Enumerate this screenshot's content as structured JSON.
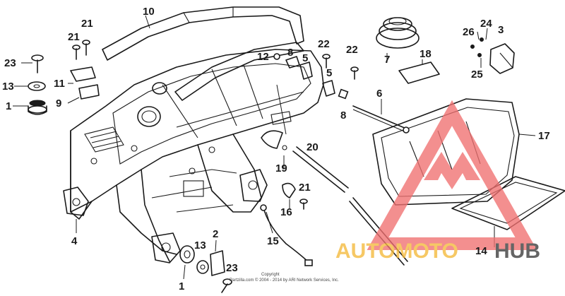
{
  "callouts": [
    {
      "id": "c10",
      "text": "10"
    },
    {
      "id": "c21a",
      "text": "21"
    },
    {
      "id": "c21b",
      "text": "21"
    },
    {
      "id": "c23a",
      "text": "23"
    },
    {
      "id": "c13a",
      "text": "13"
    },
    {
      "id": "c1a",
      "text": "1"
    },
    {
      "id": "c11",
      "text": "11"
    },
    {
      "id": "c9",
      "text": "9"
    },
    {
      "id": "c12",
      "text": "12"
    },
    {
      "id": "c8a",
      "text": "8"
    },
    {
      "id": "c5a",
      "text": "5"
    },
    {
      "id": "c22a",
      "text": "22"
    },
    {
      "id": "c22b",
      "text": "22"
    },
    {
      "id": "c5b",
      "text": "5"
    },
    {
      "id": "c8b",
      "text": "8"
    },
    {
      "id": "c7",
      "text": "7"
    },
    {
      "id": "c18",
      "text": "18"
    },
    {
      "id": "c26",
      "text": "26"
    },
    {
      "id": "c24",
      "text": "24"
    },
    {
      "id": "c3",
      "text": "3"
    },
    {
      "id": "c25",
      "text": "25"
    },
    {
      "id": "c6",
      "text": "6"
    },
    {
      "id": "c17",
      "text": "17"
    },
    {
      "id": "c20",
      "text": "20"
    },
    {
      "id": "c19",
      "text": "19"
    },
    {
      "id": "c21c",
      "text": "21"
    },
    {
      "id": "c16",
      "text": "16"
    },
    {
      "id": "c4",
      "text": "4"
    },
    {
      "id": "c15",
      "text": "15"
    },
    {
      "id": "c2",
      "text": "2"
    },
    {
      "id": "c13b",
      "text": "13"
    },
    {
      "id": "c23b",
      "text": "23"
    },
    {
      "id": "c1b",
      "text": "1"
    },
    {
      "id": "c14",
      "text": "14"
    }
  ],
  "copyright": {
    "line1": "Copyright",
    "line2": "Partzilla.com © 2004 - 2014 by ARI Network Services, Inc."
  },
  "watermark": {
    "brand_part1": "AUTOMOTO",
    "brand_part2": "HUB",
    "color_primary": "#f07070",
    "color_secondary": "#f4b93a",
    "color_dark": "#3a3a3a"
  }
}
